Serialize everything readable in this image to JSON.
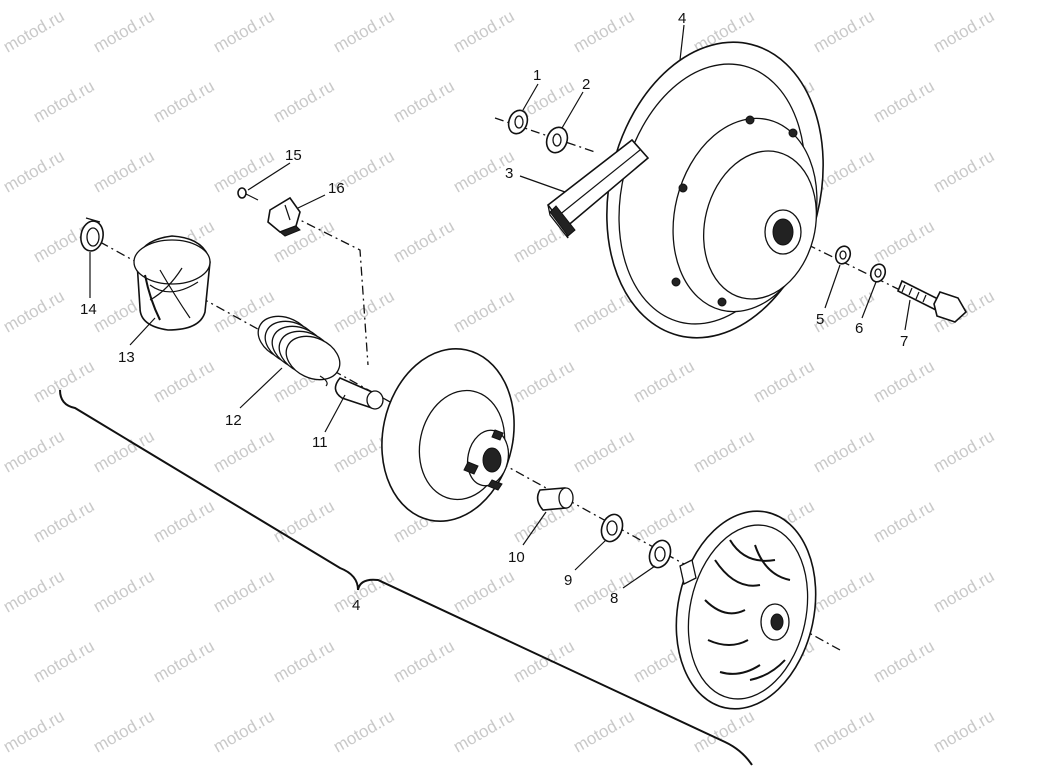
{
  "watermark": "motod.ru",
  "callouts": {
    "c1": "1",
    "c2": "2",
    "c3": "3",
    "c4_top": "4",
    "c5": "5",
    "c6": "6",
    "c7": "7",
    "c8": "8",
    "c9": "9",
    "c10": "10",
    "c11": "11",
    "c12": "12",
    "c13": "13",
    "c14": "14",
    "c15": "15",
    "c16": "16",
    "c4_bracket": "4"
  }
}
